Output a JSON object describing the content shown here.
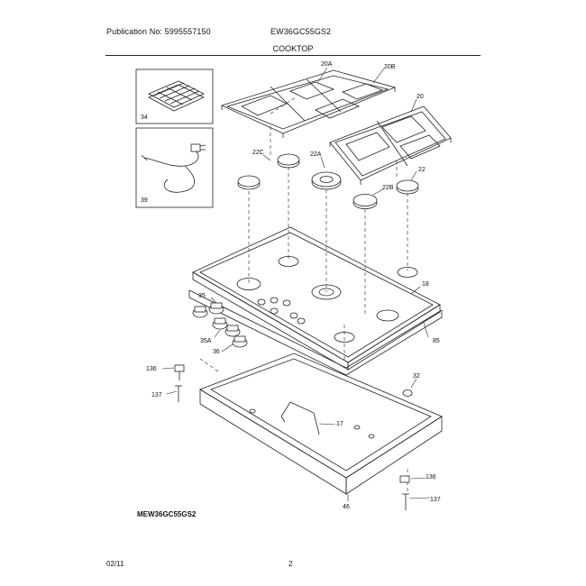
{
  "header": {
    "publication": "Publication No: 5995557150",
    "model": "EW36GC55GS2",
    "section_title": "COOKTOP"
  },
  "footer": {
    "model": "MEW36GC55GS2",
    "date": "02/11",
    "page": "2"
  },
  "callouts": {
    "c20A": "20A",
    "c20B": "20B",
    "c20": "20",
    "c34": "34",
    "c39": "39",
    "c22C": "22C",
    "c22A": "22A",
    "c22": "22",
    "c22B": "22B",
    "c18": "18",
    "c35": "35",
    "c35A": "35A",
    "c36": "36",
    "c85": "85",
    "c136a": "136",
    "c137a": "137",
    "c32": "32",
    "c17": "17",
    "c136b": "136",
    "c137b": "137",
    "c46": "46"
  }
}
